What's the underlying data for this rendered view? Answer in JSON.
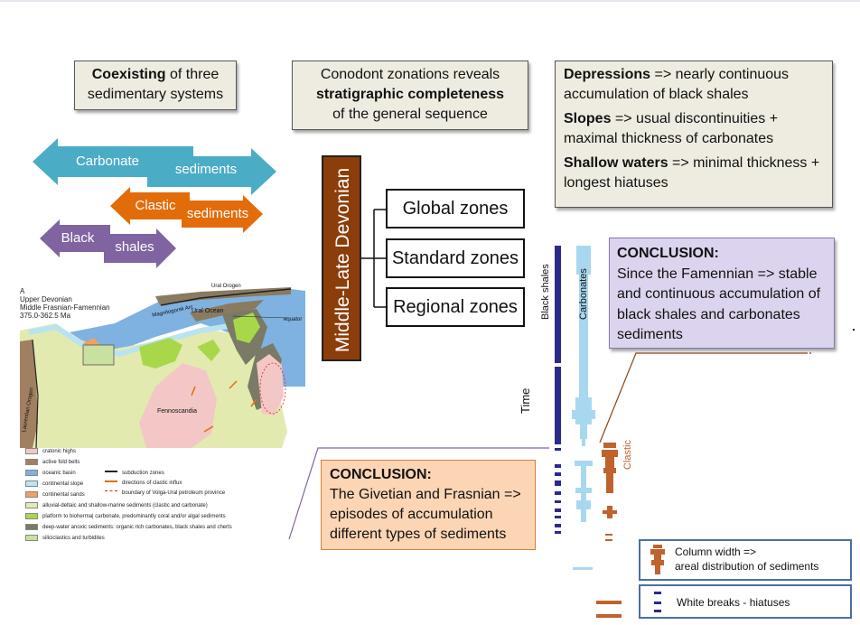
{
  "boxes": {
    "coexisting": {
      "bold": "Coexisting",
      "rest_line1": " of three",
      "line2": "sedimentary systems"
    },
    "conodont": {
      "line1": "Conodont zonations reveals",
      "bold": "stratigraphic completeness",
      "line3": "of the general sequence"
    },
    "environments": {
      "depressions_bold": "Depressions",
      "depressions_text": " => nearly continuous accumulation of black shales",
      "slopes_bold": "Slopes",
      "slopes_text": "  =>  usual discontinuities + maximal thickness of carbonates",
      "shallow_bold": "Shallow waters",
      "shallow_text": " => minimal thickness + longest hiatuses"
    }
  },
  "arrows": {
    "carbonate_left": "Carbonate",
    "carbonate_right": "sediments",
    "clastic_left": "Clastic",
    "clastic_right": "sediments",
    "black_left": "Black",
    "black_right": "shales"
  },
  "colors": {
    "carbonate": "#4bacc6",
    "clastic": "#e36c0a",
    "black": "#8064a2",
    "devonian": "#8b3d0a",
    "black_shale_column": "#2a2a8a",
    "carbonate_column": "#a8d8f0",
    "clastic_column": "#c0622e"
  },
  "diagram": {
    "title": "Middle-Late Devonian",
    "zones": [
      "Global zones",
      "Standard zones",
      "Regional zones"
    ]
  },
  "conclusions": {
    "violet_title": "CONCLUSION:",
    "violet_text": "Since the Famennian => stable and continuous accumulation of  black shales and carbonates sediments",
    "orange_title": "CONCLUSION:",
    "orange_text": "The Givetian and Frasnian => episodes of accumulation different types of sediments"
  },
  "columns": {
    "black_shales_label": "Black shales",
    "carbonates_label": "Carbonates",
    "clastic_label": "Clastic",
    "time_label": "Time"
  },
  "legend": {
    "column_width_line1": "Column  width =>",
    "column_width_line2": "areal distribution of sediments",
    "white_breaks": "White breaks - hiatuses"
  },
  "map": {
    "panel_letter": "A",
    "title_line1": "Upper Devonian",
    "title_line2": "Middle Frasnian-Famennian",
    "title_line3": "375.0-362.5 Ma",
    "labels": {
      "ural_ocean": "Ural Ocean",
      "magnitogorsk": "Magnitogorsk Arc",
      "ural_orogen": "Ural Orogen",
      "equator": "equator",
      "laurentian": "Laurentian Orogen",
      "fennoscandia": "Fennoscandia"
    },
    "legend_left": [
      {
        "label": "cratonic highs",
        "color": "#f4c7c7"
      },
      {
        "label": "active fold belts",
        "color": "#a08060"
      },
      {
        "label": "oceanic basin",
        "color": "#7fb2e0"
      },
      {
        "label": "continental slope",
        "color": "#b9e4ef"
      },
      {
        "label": "continental sands",
        "color": "#f0a060"
      }
    ],
    "legend_right": [
      {
        "label": "subduction zones"
      },
      {
        "label": "directions of clastic influx"
      },
      {
        "label": "boundary of Volga-Ural petroleum province"
      }
    ],
    "legend_wide": [
      {
        "label": "alluvial-deltaic and shallow-marine sediments (clastic and carbonate)",
        "color": "#e2eab0"
      },
      {
        "label": "platform to bioherma| carbonate, predominantly coral and/or algal sediments",
        "color": "#a8d84a"
      },
      {
        "label": "deep-water anoxic sediments: organic rich carbonates, black shales and cherts",
        "color": "#7a7a66"
      },
      {
        "label": "siliciclastics and turbidites",
        "color": "#c8e0a0"
      }
    ]
  }
}
